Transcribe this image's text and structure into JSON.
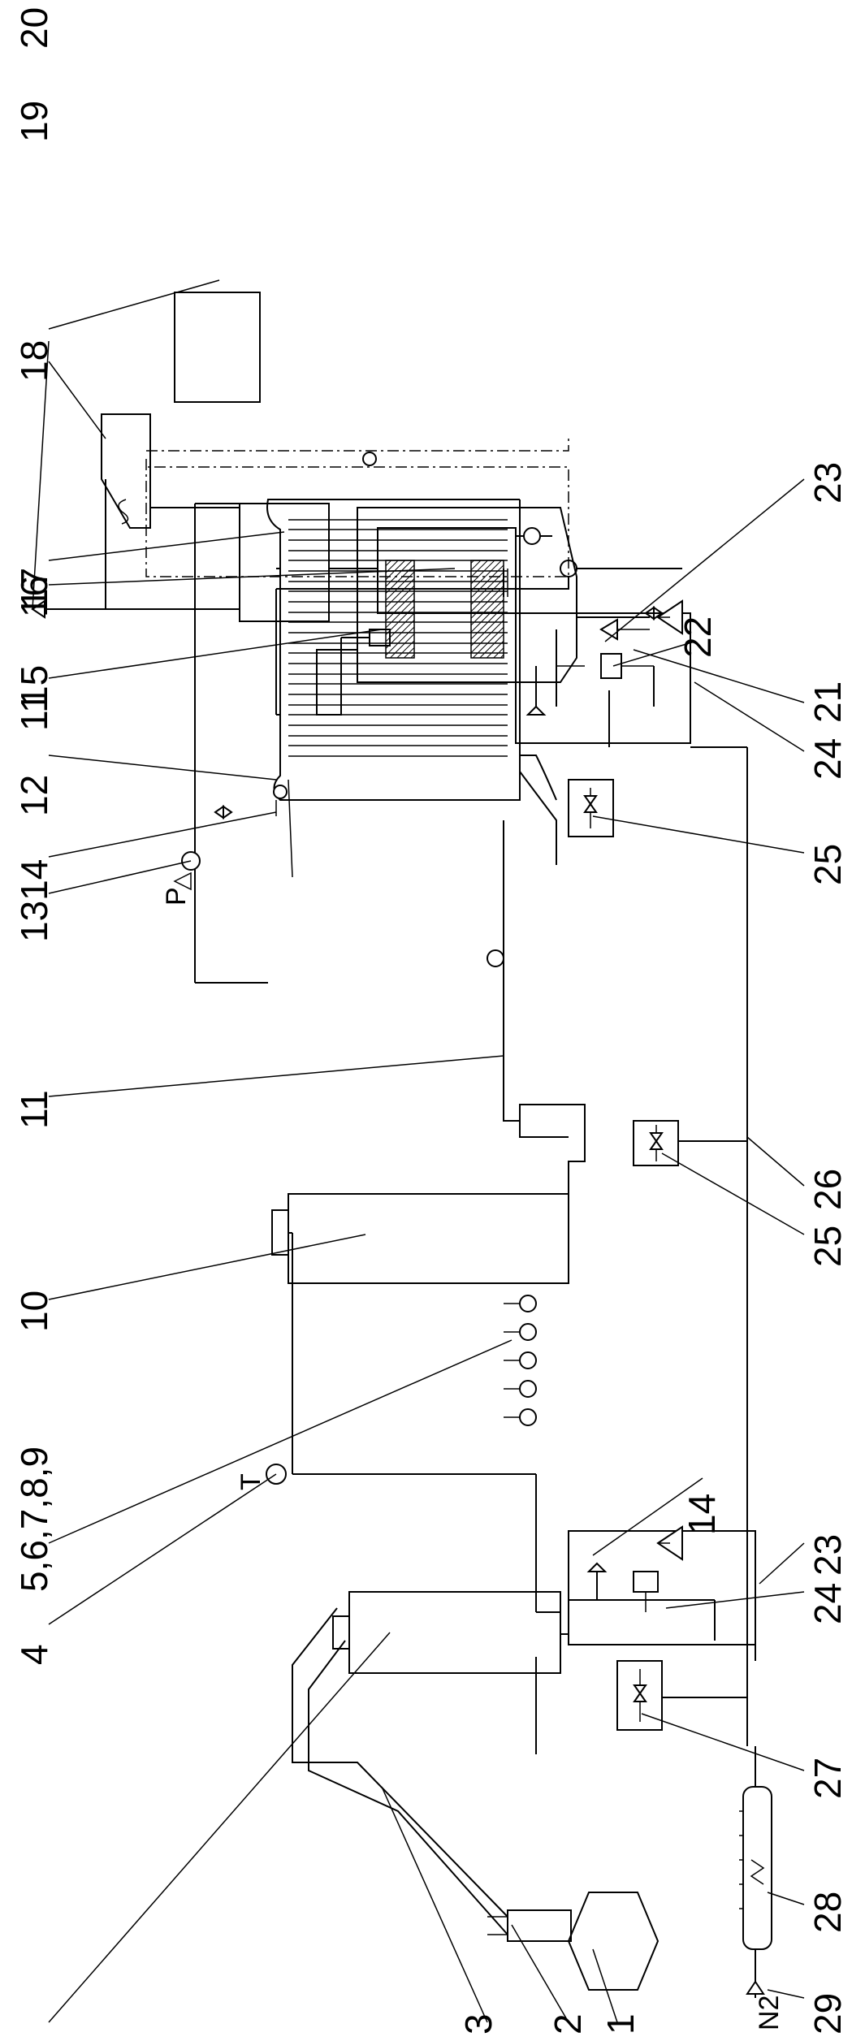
{
  "labels": {
    "l1": "1",
    "l2": "2",
    "l3": "3",
    "l4": "4",
    "l5to9": "5,6,7,8,9",
    "l10": "10",
    "l11a": "11",
    "l11b": "11",
    "l12": "12",
    "l1314": "1314",
    "l14": "14",
    "l15": "15",
    "l16": "16",
    "l17": "17",
    "l18": "18",
    "l19": "19",
    "l20": "20",
    "l21": "21",
    "l22": "22",
    "l23a": "23",
    "l23b": "23",
    "l24a": "24",
    "l24b": "24",
    "l25a": "25",
    "l25b": "25",
    "l26": "26",
    "l27": "27",
    "l28": "28",
    "l29": "29"
  },
  "instruments": {
    "pressure": "P",
    "temperature": "T",
    "nitrogen": "N2"
  },
  "icons": {
    "valve": "bowtie-valve-icon",
    "pressure_gauge": "pressure-gauge-icon",
    "temperature_sensor": "temperature-sensor-icon",
    "outlet_arrow": "outlet-arrow-icon",
    "heater": "zigzag-heater-icon"
  }
}
